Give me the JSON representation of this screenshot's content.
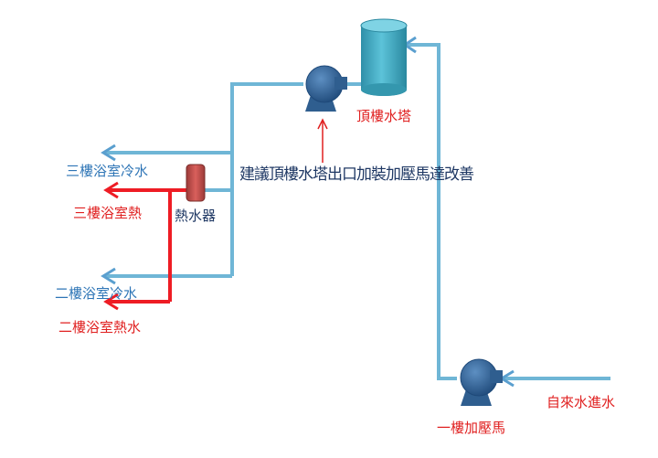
{
  "labels": {
    "roof_tower": "頂樓水塔",
    "third_floor_cold": "三樓浴室冷水",
    "third_floor_hot": "三樓浴室熱",
    "water_heater": "熱水器",
    "second_floor_cold": "二樓浴室冷水",
    "second_floor_hot": "二樓浴室熱水",
    "first_floor_pump": "一樓加壓馬",
    "city_water_inlet": "自來水進水",
    "suggestion_note": "建議頂樓水塔出口加裝加壓馬達改善"
  },
  "colors": {
    "cold_pipe": "#6fb6d6",
    "hot_pipe": "#ee1c24",
    "pump_body": "#2f5e8f",
    "tower_body": "#3aa6bf",
    "heater_body": "#c0504d",
    "arrow_cold": "#5a9fcf",
    "arrow_red": "#e02020"
  }
}
